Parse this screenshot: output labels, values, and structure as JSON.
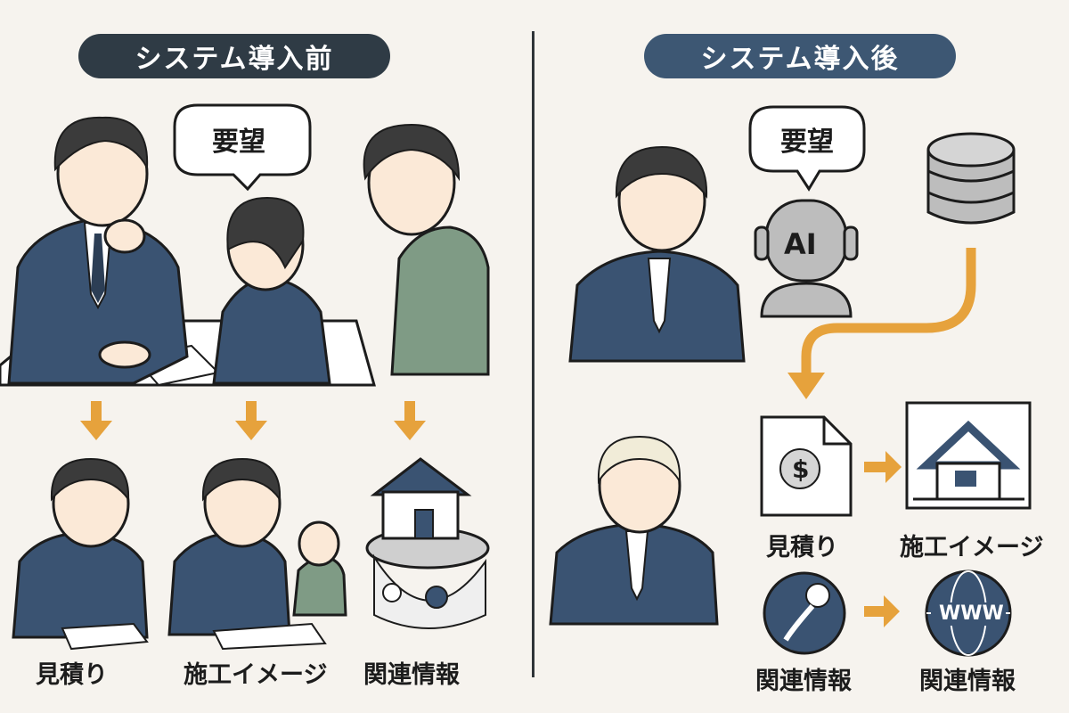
{
  "before": {
    "title": "システム導入前",
    "bubble": "要望",
    "labels": [
      "見積り",
      "施工イメージ",
      "関連情報"
    ]
  },
  "after": {
    "title": "システム導入後",
    "bubble": "要望",
    "ai_label": "AI",
    "labels": [
      "見積り",
      "施工イメージ",
      "関連情報",
      "関連情報"
    ],
    "www_label": "WWW"
  },
  "colors": {
    "title_before_bg": "#2f3b45",
    "title_after_bg": "#3d5773",
    "suit": "#3a5372",
    "arrow": "#e6a23c",
    "shirt_green": "#7f9b85",
    "background": "#f6f3ee"
  }
}
